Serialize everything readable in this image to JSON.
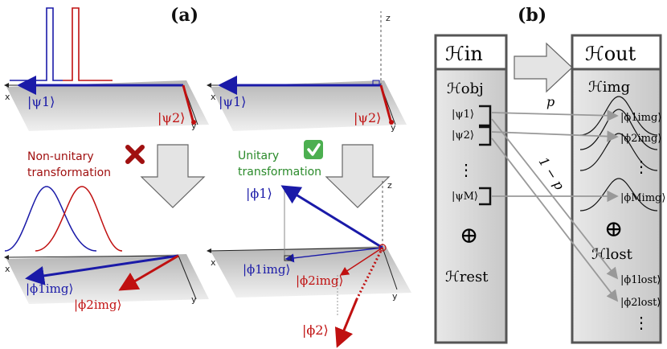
{
  "panel_a": {
    "label": "(a)",
    "axis_x": "x",
    "axis_y": "y",
    "axis_z": "z",
    "psi1": "|ψ1⟩",
    "psi2": "|ψ2⟩",
    "non_unitary_line1": "Non-unitary",
    "non_unitary_line2": "transformation",
    "unitary_line1": "Unitary",
    "unitary_line2": "transformation",
    "phi1": "|ϕ1⟩",
    "phi2": "|ϕ2⟩",
    "phi1_img": "|ϕ1img⟩",
    "phi2_img": "|ϕ2img⟩"
  },
  "panel_b": {
    "label": "(b)",
    "h_in": "ℋin",
    "h_out": "ℋout",
    "h_obj": "ℋobj",
    "h_rest": "ℋrest",
    "h_img": "ℋimg",
    "h_lost": "ℋlost",
    "oplus": "⊕",
    "p": "p",
    "one_minus_p": "1 − p",
    "in_states": [
      "|ψ1⟩",
      "|ψ2⟩",
      "⋮",
      "|ψM⟩"
    ],
    "img_states": [
      "|ϕ1img⟩",
      "|ϕ2img⟩",
      "⋮",
      "|ϕMimg⟩"
    ],
    "lost_states": [
      "|ϕ1lost⟩",
      "|ϕ2lost⟩",
      "⋮"
    ]
  },
  "colors": {
    "blue": "#1a1aa8",
    "red": "#c01010",
    "darkred": "#a01010",
    "green": "#2a8a2a",
    "box_gray": "#d0d0d0",
    "arrow_gray": "#999999"
  }
}
